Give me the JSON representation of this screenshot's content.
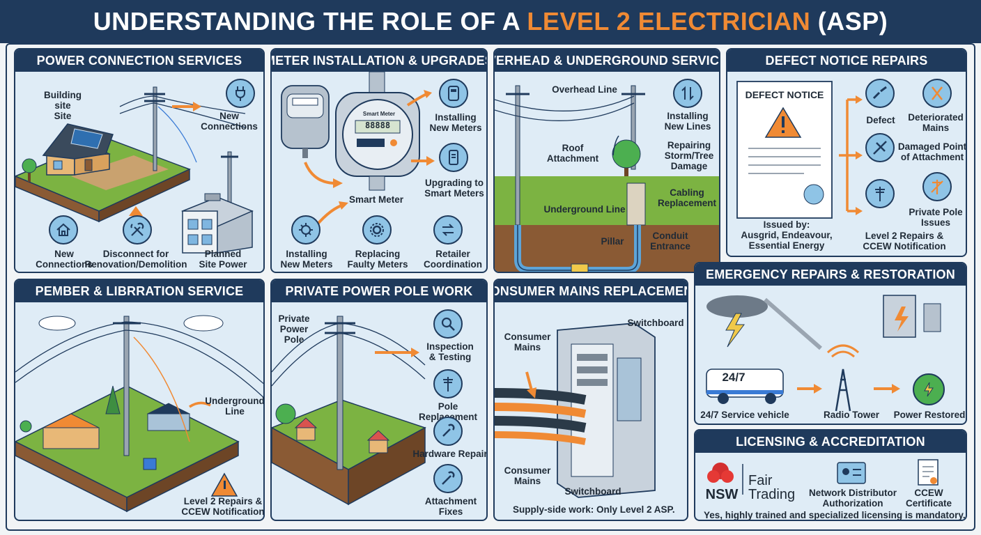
{
  "banner": {
    "title_prefix": "UNDERSTANDING THE ROLE OF A ",
    "title_accent": "LEVEL 2 ELECTRICIAN",
    "title_suffix": " (ASP)"
  },
  "colors": {
    "navy": "#1f3a5c",
    "orange": "#f08a34",
    "panel_bg": "#dfecf6",
    "icon_bg": "#8fc4e6"
  },
  "power_connection": {
    "title": "POWER CONNECTION SERVICES",
    "building_site": "Building site\nSite",
    "new_connections_top": "New Connections",
    "new_connections": "New\nConnections",
    "disconnect": "Disconnect for\nRenovation/Demolition",
    "planned": "Planned\nSite Power"
  },
  "meter": {
    "title": "METER INSTALLATION & UPGRADES",
    "screen_label": "Smart Meter",
    "reading": "88888",
    "installing_top": "Installing\nNew Meters",
    "upgrading": "Upgrading to\nSmart Meters",
    "smart_meter": "Smart Meter",
    "installing_bottom": "Installing\nNew Meters",
    "replacing": "Replacing\nFaulty Meters",
    "retailer": "Retailer\nCoordination"
  },
  "overhead": {
    "title": "OVERHEAD & UNDERGROUND SERVICES",
    "overhead_line": "Overhead Line",
    "installing": "Installing\nNew Lines",
    "repairing": "Repairing\nStorm/Tree\nDamage",
    "roof": "Roof\nAttachment",
    "cabling": "Cabling\nReplacement",
    "underground": "Underground Line",
    "conduit": "Conduit\nEntrance",
    "pillar": "Pillar"
  },
  "defect": {
    "title": "DEFECT NOTICE REPAIRS",
    "doc_title": "DEFECT NOTICE",
    "defect": "Defect",
    "deteriorated": "Deteriorated\nMains",
    "damaged": "Damaged Point\nof Attachment",
    "private_pole": "Private Pole\nIssues",
    "issued": "Issued by:\nAusgrid, Endeavour,\nEssential Energy",
    "repairs": "Level 2 Repairs &\nCCEW Notification"
  },
  "pember": {
    "title": "PEMBER & LIBRRATION SERVICE",
    "underground": "Underground\nLine",
    "repairs": "Level 2 Repairs &\nCCEW Notification"
  },
  "private_pole": {
    "title": "PRIVATE POWER POLE WORK",
    "label": "Private\nPower\nPole",
    "inspection": "Inspection\n& Testing",
    "pole_replacement": "Pole Replacement",
    "hardware": "Hardware Repair",
    "attachment": "Attachment\nFixes"
  },
  "consumer": {
    "title": "CONSUMER MAINS REPLACEMENT",
    "switchboard_top": "Switchboard",
    "mains_top": "Consumer\nMains",
    "mains_bottom": "Consumer\nMains",
    "switchboard_bottom": "Switchboard",
    "note": "Supply-side work: Only Level 2 ASP."
  },
  "emergency": {
    "title": "EMERGENCY REPAIRS & RESTORATION",
    "van_text": "24/7",
    "vehicle": "24/7 Service vehicle",
    "tower": "Radio Tower",
    "restored": "Power Restored"
  },
  "licensing": {
    "title": "LICENSING & ACCREDITATION",
    "nsw": "NSW",
    "fair": "Fair",
    "trading": "Trading",
    "network": "Network Distributor\nAuthorization",
    "ccew": "CCEW\nCertificate",
    "note": "Yes, highly trained and specialized licensing is mandatory."
  }
}
